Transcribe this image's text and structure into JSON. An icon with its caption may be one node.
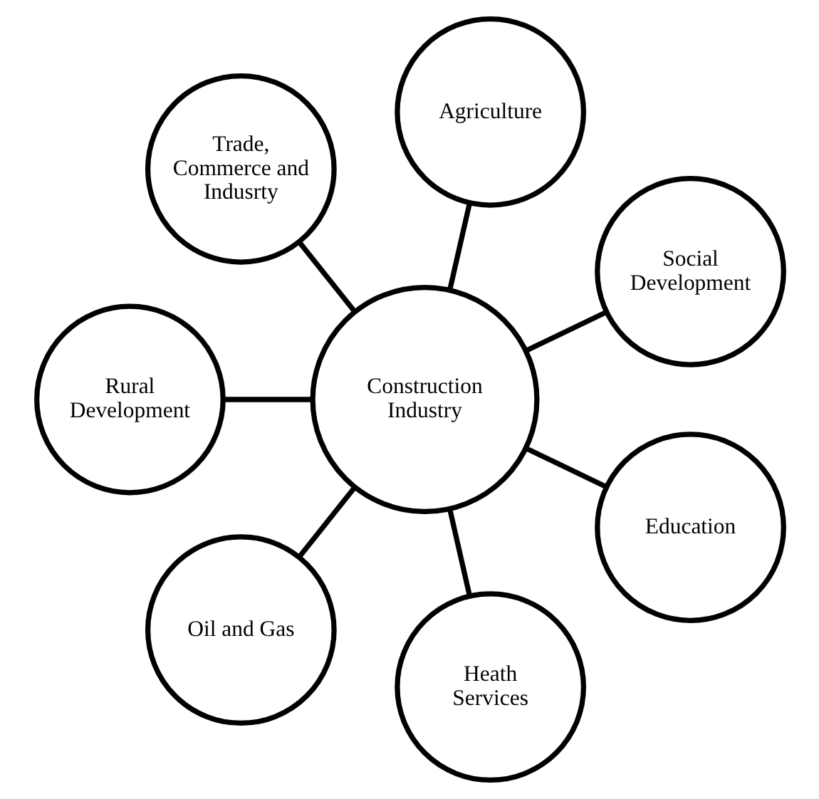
{
  "diagram": {
    "nodes": [
      {
        "text": [
          "Construction Industry"
        ]
      },
      {
        "text": [
          "Social Development"
        ]
      },
      {
        "text": [
          "Agriculture"
        ]
      },
      {
        "text": [
          "Trade, Commerce and Indusrty"
        ]
      },
      {
        "text": [
          "Rural Development"
        ]
      },
      {
        "text": [
          "Oil and Gas"
        ]
      },
      {
        "text": [
          "Heath Services"
        ]
      },
      {
        "text": [
          "Education"
        ]
      }
    ],
    "edges": [
      {
        "from": 0,
        "to": 1,
        "arrow": "none"
      },
      {
        "from": 0,
        "to": 2,
        "arrow": "none"
      },
      {
        "from": 0,
        "to": 3,
        "arrow": "none"
      },
      {
        "from": 0,
        "to": 4,
        "arrow": "none"
      },
      {
        "from": 0,
        "to": 5,
        "arrow": "none"
      },
      {
        "from": 0,
        "to": 6,
        "arrow": "none"
      },
      {
        "from": 0,
        "to": 7,
        "arrow": "none"
      }
    ]
  }
}
